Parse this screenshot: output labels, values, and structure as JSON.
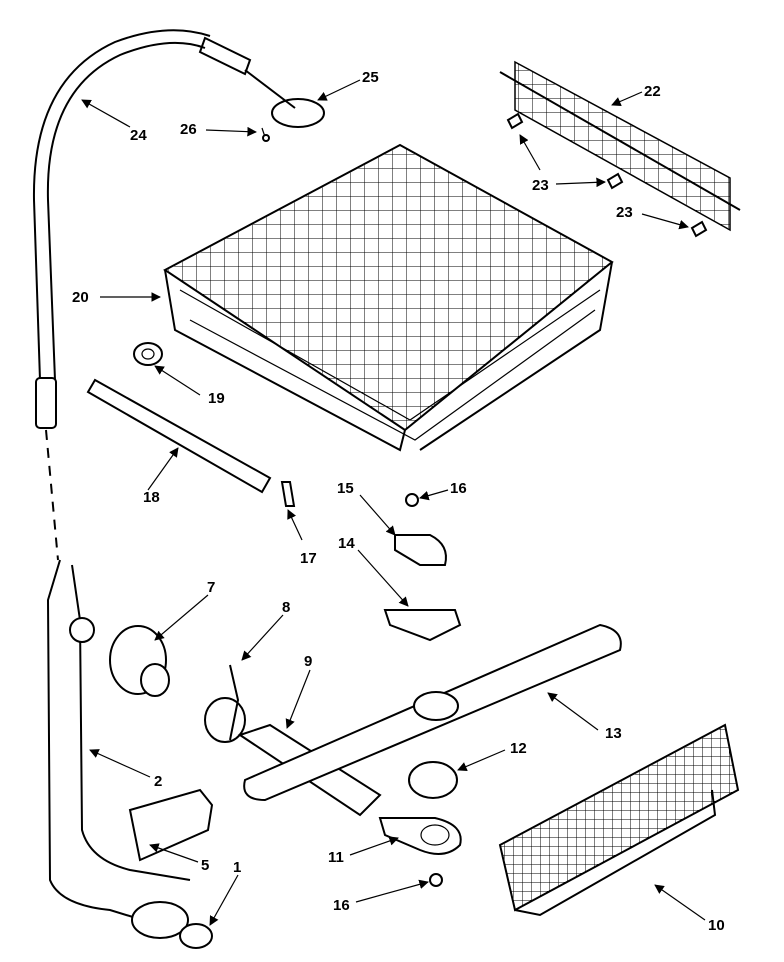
{
  "callouts": [
    {
      "id": "1",
      "text": "1"
    },
    {
      "id": "2",
      "text": "2"
    },
    {
      "id": "5",
      "text": "5"
    },
    {
      "id": "7",
      "text": "7"
    },
    {
      "id": "8",
      "text": "8"
    },
    {
      "id": "9",
      "text": "9"
    },
    {
      "id": "10",
      "text": "10"
    },
    {
      "id": "11",
      "text": "11"
    },
    {
      "id": "12",
      "text": "12"
    },
    {
      "id": "13",
      "text": "13"
    },
    {
      "id": "14",
      "text": "14"
    },
    {
      "id": "15",
      "text": "15"
    },
    {
      "id": "16a",
      "text": "16"
    },
    {
      "id": "16b",
      "text": "16"
    },
    {
      "id": "17",
      "text": "17"
    },
    {
      "id": "18",
      "text": "18"
    },
    {
      "id": "19",
      "text": "19"
    },
    {
      "id": "20",
      "text": "20"
    },
    {
      "id": "22",
      "text": "22"
    },
    {
      "id": "23a",
      "text": "23"
    },
    {
      "id": "23b",
      "text": "23"
    },
    {
      "id": "24",
      "text": "24"
    },
    {
      "id": "25",
      "text": "25"
    },
    {
      "id": "26",
      "text": "26"
    }
  ]
}
